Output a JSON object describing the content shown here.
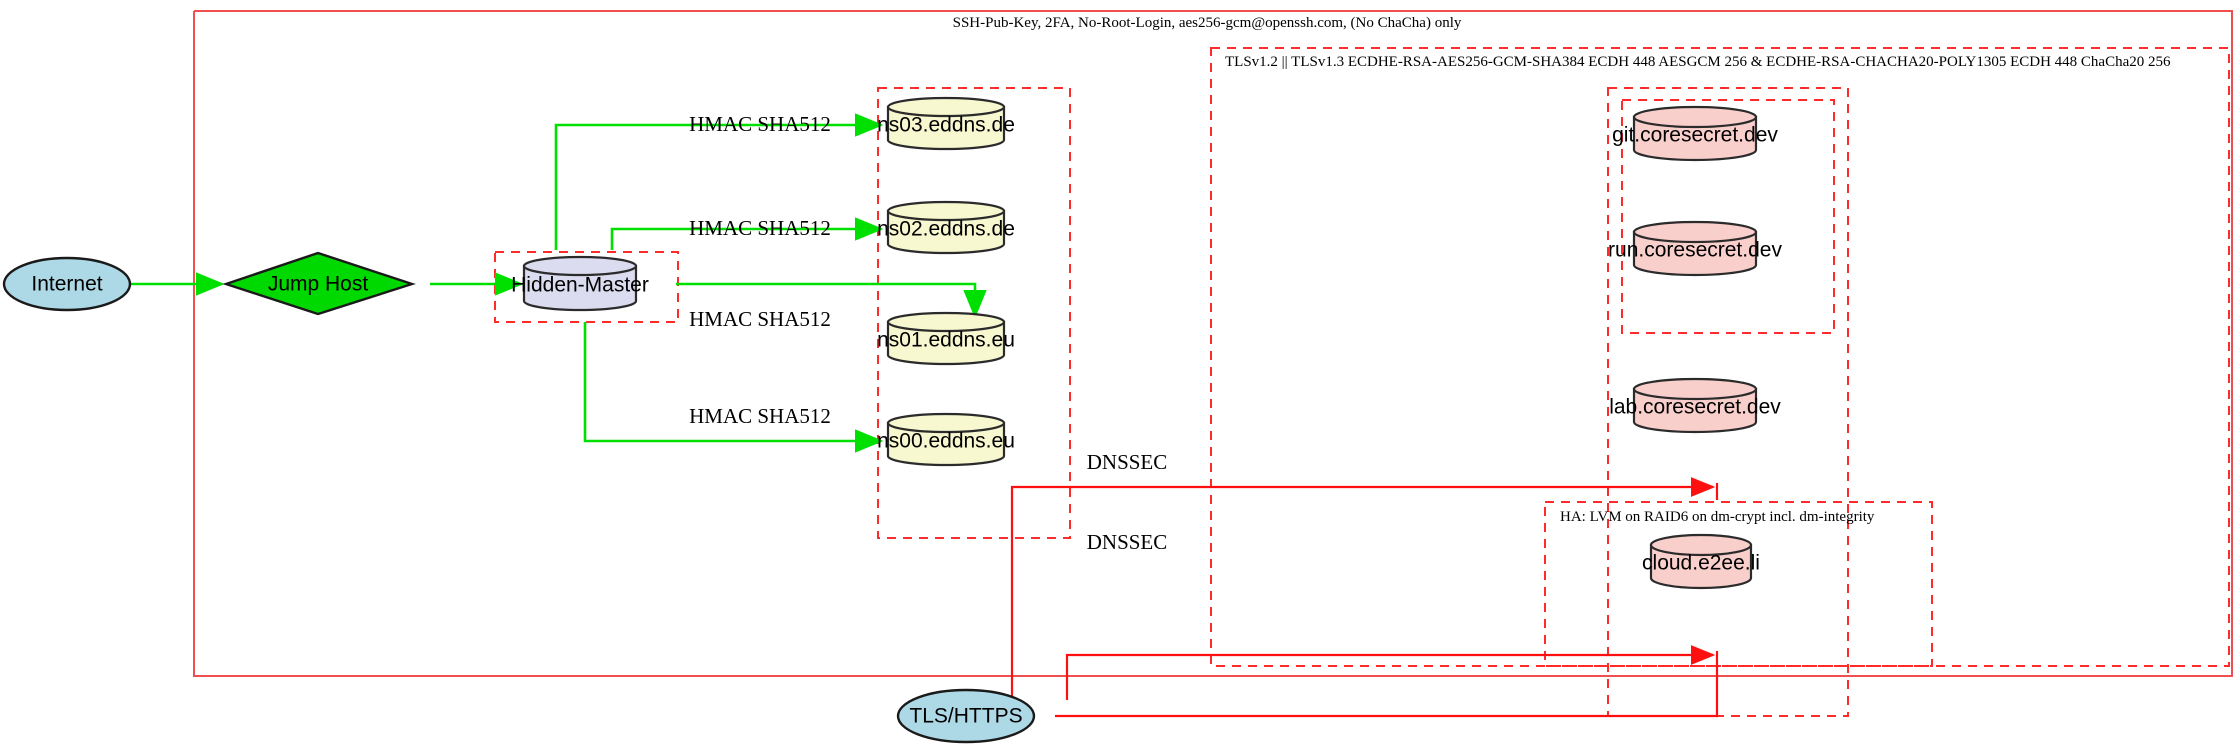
{
  "diagram": {
    "title_label": "SSH-Pub-Key, 2FA, No-Root-Login, aes256-gcm@openssh.com, (No ChaCha) only",
    "tls_cluster_label": "TLSv1.2 || TLSv1.3 ECDHE-RSA-AES256-GCM-SHA384 ECDH 448 AESGCM 256 & ECDHE-RSA-CHACHA20-POLY1305 ECDH 448 ChaCha20 256",
    "ha_cluster_label": "HA: LVM on RAID6 on dm-crypt incl. dm-integrity"
  },
  "colors": {
    "cluster_stroke": "#ff2a2a",
    "outer_stroke": "#ef4f4f",
    "green_edge": "#00e000",
    "red_edge": "#ff1010",
    "ellipse_fill": "#add8e6",
    "diamond_fill": "#00d900",
    "master_fill": "#dcdcf0",
    "dns_fill": "#f7f7d0",
    "service_fill": "#f9cfcc"
  },
  "nodes": {
    "internet": {
      "label": "Internet",
      "shape": "ellipse"
    },
    "jump_host": {
      "label": "Jump Host",
      "shape": "diamond"
    },
    "hidden_master": {
      "label": "Hidden-Master",
      "shape": "cylinder"
    },
    "ns03": {
      "label": "ns03.eddns.de",
      "shape": "cylinder"
    },
    "ns02": {
      "label": "ns02.eddns.de",
      "shape": "cylinder"
    },
    "ns01": {
      "label": "ns01.eddns.eu",
      "shape": "cylinder"
    },
    "ns00": {
      "label": "ns00.eddns.eu",
      "shape": "cylinder"
    },
    "git": {
      "label": "git.coresecret.dev",
      "shape": "cylinder"
    },
    "run": {
      "label": "run.coresecret.dev",
      "shape": "cylinder"
    },
    "lab": {
      "label": "lab.coresecret.dev",
      "shape": "cylinder"
    },
    "cloud": {
      "label": "cloud.e2ee.li",
      "shape": "cylinder"
    },
    "tls_https": {
      "label": "TLS/HTTPS",
      "shape": "ellipse"
    }
  },
  "edge_labels": {
    "hmac_ns03": "HMAC SHA512",
    "hmac_ns02": "HMAC SHA512",
    "hmac_ns01": "HMAC SHA512",
    "hmac_ns00": "HMAC SHA512",
    "dnssec_upper": "DNSSEC",
    "dnssec_lower": "DNSSEC"
  }
}
